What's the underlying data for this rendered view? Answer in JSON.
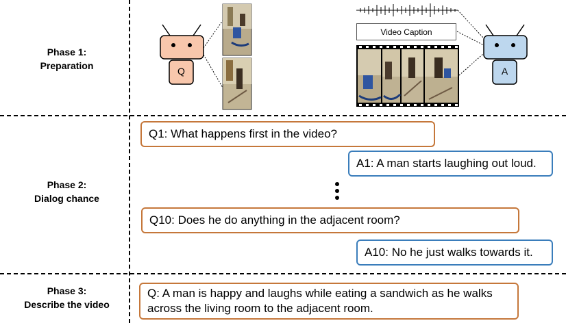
{
  "phases": [
    {
      "line1": "Phase 1:",
      "line2": "Preparation"
    },
    {
      "line1": "Phase 2:",
      "line2": "Dialog chance"
    },
    {
      "line1": "Phase 3:",
      "line2": "Describe the video"
    }
  ],
  "robots": {
    "questioner_letter": "Q",
    "answerer_letter": "A"
  },
  "video_caption_label": "Video Caption",
  "dialog": [
    {
      "speaker": "Q",
      "text": "Q1: What happens first in the video?"
    },
    {
      "speaker": "A",
      "text": "A1: A man starts laughing out loud."
    },
    {
      "speaker": "Q",
      "text": "Q10: Does he do anything in the adjacent room?"
    },
    {
      "speaker": "A",
      "text": "A10: No he just walks towards it."
    }
  ],
  "description": {
    "line1": "Q: A man is happy and laughs while eating a sandwich as he walks",
    "line2": "across the living room to the adjacent room."
  },
  "colors": {
    "question_border": "#c5773a",
    "answer_border": "#3a7dbb",
    "q_robot_fill": "#f8c7ac",
    "a_robot_fill": "#bdd7ee"
  }
}
